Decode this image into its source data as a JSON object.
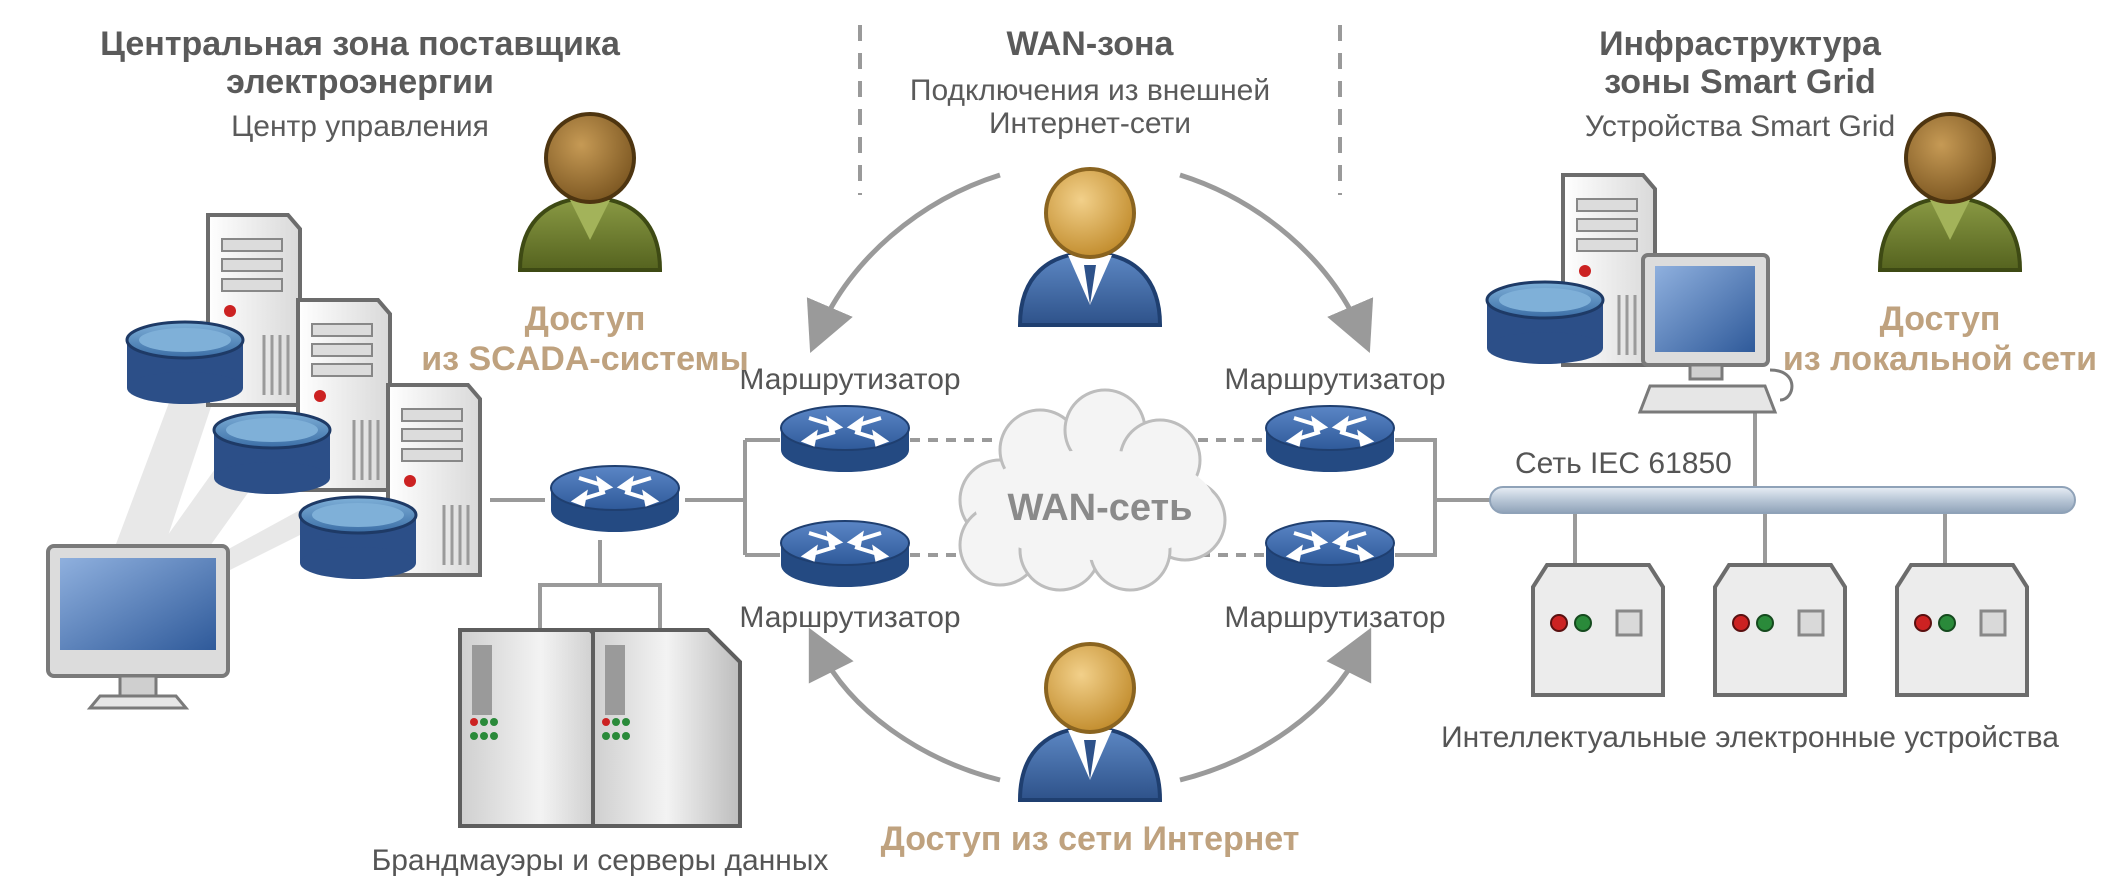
{
  "zones": {
    "central": {
      "title_line1": "Центральная зона поставщика",
      "title_line2": "электроэнергии",
      "subtitle": "Центр управления"
    },
    "wan": {
      "title": "WAN-зона",
      "subtitle_line1": "Подключения из внешней",
      "subtitle_line2": "Интернет-сети"
    },
    "smartgrid": {
      "title_line1": "Инфраструктура",
      "title_line2": "зоны Smart Grid",
      "subtitle": "Устройства Smart Grid"
    }
  },
  "access": {
    "scada_line1": "Доступ",
    "scada_line2": "из SCADA-системы",
    "local_line1": "Доступ",
    "local_line2": "из локальной сети",
    "internet": "Доступ из сети Интернет"
  },
  "routers": {
    "top_left": "Маршрутизатор",
    "top_right": "Маршрутизатор",
    "bottom_left": "Маршрутизатор",
    "bottom_right": "Маршрутизатор"
  },
  "cloud_label": "WAN-сеть",
  "bus_label": "Сеть IEC 61850",
  "firewalls_label": "Брандмауэры и серверы данных",
  "ied_label": "Интеллектуальные электронные устройства",
  "colors": {
    "title_gray": "#5a5a5a",
    "access_tan": "#bfa27f",
    "router_blue": "#2f5a9a",
    "db_blue": "#2c4f88",
    "user_wan_blue": "#3d6aa8",
    "user_local_olive": "#6e7f2e"
  }
}
